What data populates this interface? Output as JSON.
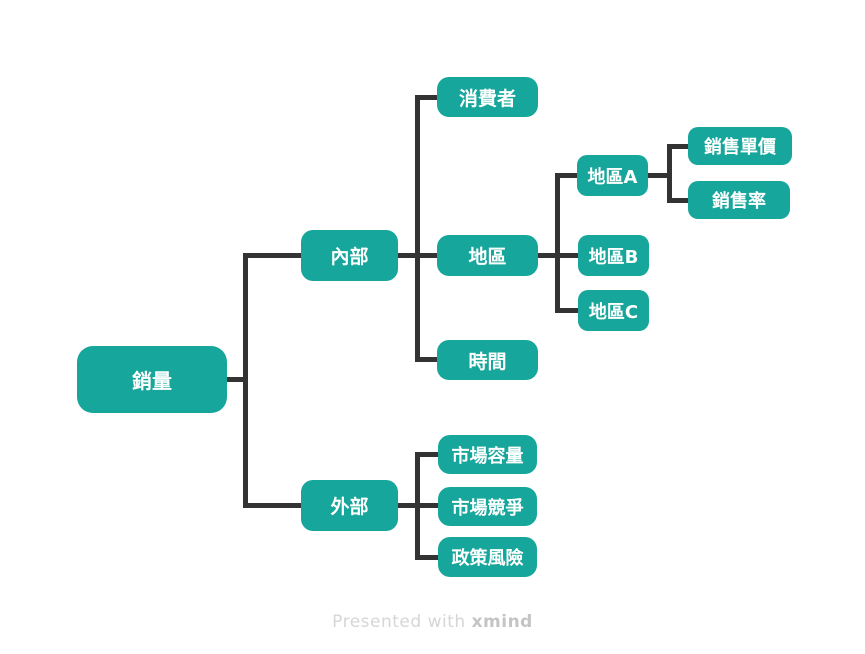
{
  "mindmap": {
    "root": {
      "label": "銷量",
      "children": [
        {
          "label": "內部",
          "children": [
            {
              "label": "消費者"
            },
            {
              "label": "地區",
              "children": [
                {
                  "label": "地區A",
                  "children": [
                    {
                      "label": "銷售單價"
                    },
                    {
                      "label": "銷售率"
                    }
                  ]
                },
                {
                  "label": "地區B"
                },
                {
                  "label": "地區C"
                }
              ]
            },
            {
              "label": "時間"
            }
          ]
        },
        {
          "label": "外部",
          "children": [
            {
              "label": "市場容量"
            },
            {
              "label": "市場競爭"
            },
            {
              "label": "政策風險"
            }
          ]
        }
      ]
    }
  },
  "footer": {
    "prefix": "Presented with ",
    "brand": "xmind"
  },
  "colors": {
    "node_fill": "#17A69B",
    "node_text": "#FFFFFF",
    "connector": "#333333",
    "background": "#FFFFFF",
    "footer_text": "#D6D6D6",
    "footer_brand": "#C4C4C4"
  }
}
